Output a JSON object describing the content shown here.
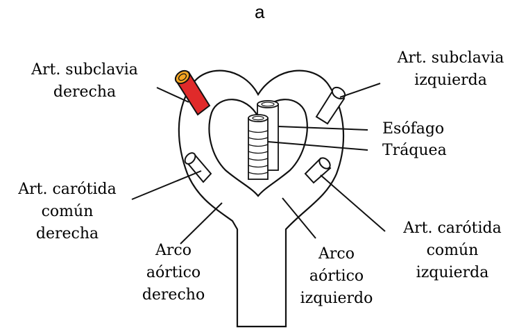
{
  "panel_letter": "a",
  "labels": {
    "subclavia_derecha": [
      "Art. subclavia",
      "derecha"
    ],
    "subclavia_izquierda": [
      "Art. subclavia",
      "izquierda"
    ],
    "esofago": "Esófago",
    "traquea": "Tráquea",
    "carotida_derecha": [
      "Art. carótida",
      "común",
      "derecha"
    ],
    "carotida_izquierda": [
      "Art. carótida",
      "común",
      "izquierda"
    ],
    "arco_derecho": [
      "Arco",
      "aórtico",
      "derecho"
    ],
    "arco_izquierdo": [
      "Arco",
      "aórtico",
      "izquierdo"
    ]
  },
  "colors": {
    "right_subclavian_fill": "#e02a2a",
    "right_subclavian_opening": "#f5a623",
    "outline": "#111111"
  }
}
